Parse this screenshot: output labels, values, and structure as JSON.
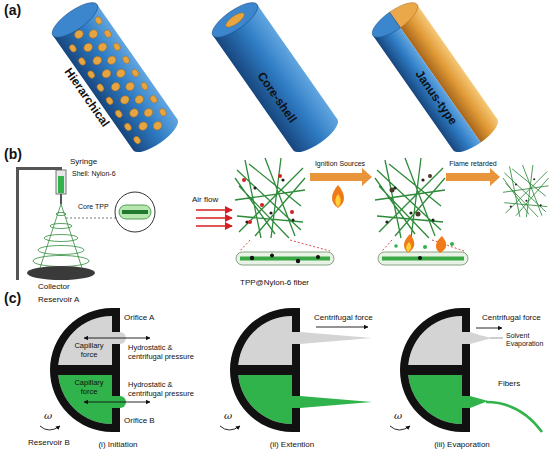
{
  "diagram": {
    "labels": [
      "(a)",
      "Hierarchical",
      "Core-shell",
      "Janus-type",
      "(b)",
      "Syringe",
      "Shell: Nylon-6",
      "Core TPP",
      "Collector",
      "Air flow",
      "Ignition Sources",
      "Flame retarded",
      "TPP@Nylon-6 fiber",
      "(c)",
      "Reservoir A",
      "Orifice A",
      "Capillary force",
      "Hydrostatic & centrifugal pressure",
      "Capillary force",
      "Hydrostatic & centrifugal pressure",
      "Orifice B",
      "Reservoir B",
      "ω",
      "(i) Initiation",
      "Centrifugal force",
      "ω",
      "(ii) Extention",
      "Centrifugal force",
      "Solvent Evaporation",
      "Fibers",
      "ω",
      "(iii) Evaporation"
    ]
  }
}
